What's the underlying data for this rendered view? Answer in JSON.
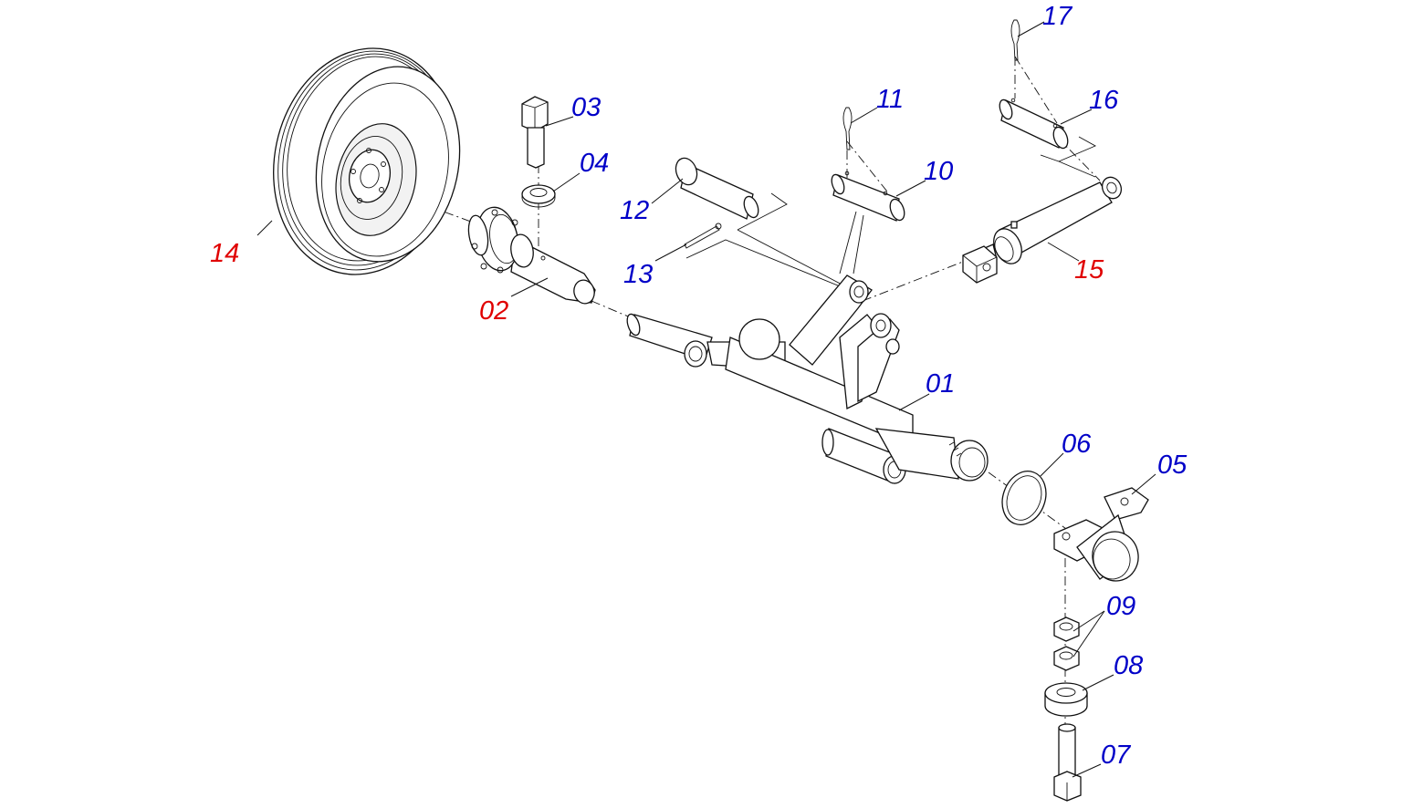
{
  "colors": {
    "assembly": "#e00000",
    "component": "#0000c8",
    "line": "#111111",
    "background": "#ffffff"
  },
  "labels": {
    "p01": {
      "text": "01",
      "kind": "component"
    },
    "p02": {
      "text": "02",
      "kind": "assembly"
    },
    "p03": {
      "text": "03",
      "kind": "component"
    },
    "p04": {
      "text": "04",
      "kind": "component"
    },
    "p05": {
      "text": "05",
      "kind": "component"
    },
    "p06": {
      "text": "06",
      "kind": "component"
    },
    "p07": {
      "text": "07",
      "kind": "component"
    },
    "p08": {
      "text": "08",
      "kind": "component"
    },
    "p09": {
      "text": "09",
      "kind": "component"
    },
    "p10": {
      "text": "10",
      "kind": "component"
    },
    "p11": {
      "text": "11",
      "kind": "component"
    },
    "p12": {
      "text": "12",
      "kind": "component"
    },
    "p13": {
      "text": "13",
      "kind": "component"
    },
    "p14": {
      "text": "14",
      "kind": "assembly"
    },
    "p15": {
      "text": "15",
      "kind": "assembly"
    },
    "p16": {
      "text": "16",
      "kind": "component"
    },
    "p17": {
      "text": "17",
      "kind": "component"
    }
  }
}
